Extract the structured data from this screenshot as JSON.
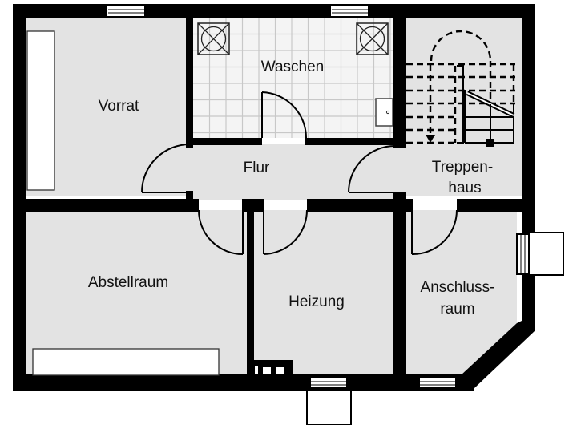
{
  "plan": {
    "title": "Kellergeschoss Grundriss",
    "colors": {
      "floor": "#e3e3e3",
      "wall": "#000000",
      "tiles": "#f4f4f4",
      "fixture": "#ffffff"
    },
    "rooms": [
      {
        "id": "vorrat",
        "lines": [
          "Vorrat"
        ]
      },
      {
        "id": "waschen",
        "lines": [
          "Waschen"
        ]
      },
      {
        "id": "treppenhaus",
        "lines": [
          "Treppen-",
          "haus"
        ]
      },
      {
        "id": "flur",
        "lines": [
          "Flur"
        ]
      },
      {
        "id": "abstellraum",
        "lines": [
          "Abstellraum"
        ]
      },
      {
        "id": "heizung",
        "lines": [
          "Heizung"
        ]
      },
      {
        "id": "anschlussraum",
        "lines": [
          "Anschluss-",
          "raum"
        ]
      }
    ],
    "symbols": {
      "washing_machines": 2,
      "sink": 1,
      "windows": 5,
      "doors": 6,
      "shelves": 2,
      "staircase": "half-turn-down"
    }
  }
}
